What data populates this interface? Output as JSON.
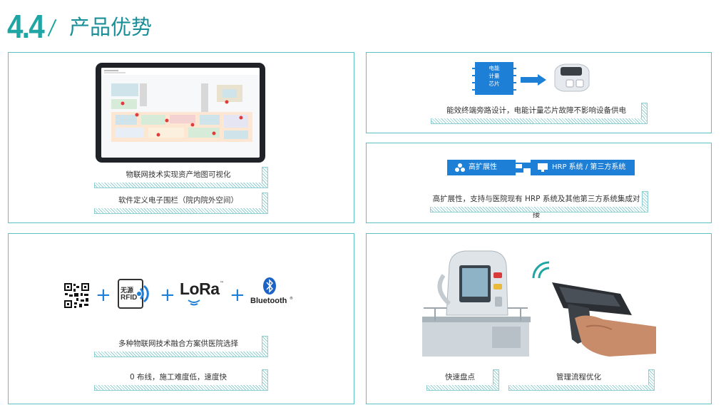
{
  "header": {
    "number": "4.4",
    "title": "产品优势"
  },
  "panel_map": {
    "caption_1": "物联网技术实现资产地图可视化",
    "caption_2": "软件定义电子围栏（院内院外空间）"
  },
  "panel_chip": {
    "chip_lines": [
      "电能",
      "计量",
      "芯片"
    ],
    "caption": "能效终端旁路设计，电能计量芯片故障不影响设备供电"
  },
  "panel_hrp": {
    "left_label": "高扩展性",
    "right_label": "HRP 系统 / 第三方系统",
    "caption": "高扩展性，支持与医院现有 HRP 系统及其他第三方系统集成对接"
  },
  "panel_tech": {
    "plus": "+",
    "rfid_top": "无源",
    "rfid_bottom": "RFID",
    "lora": "LoRa",
    "lora_tm": "™",
    "bluetooth": "Bluetooth",
    "bluetooth_tm": "®",
    "caption_1": "多种物联网技术融合方案供医院选择",
    "caption_2": "0 布线，施工难度低，速度快"
  },
  "panel_photo": {
    "caption_1": "快速盘点",
    "caption_2": "管理流程优化"
  },
  "colors": {
    "teal": "#1fa6a4",
    "border": "#5cc2c6",
    "blue": "#1d7fd6"
  }
}
